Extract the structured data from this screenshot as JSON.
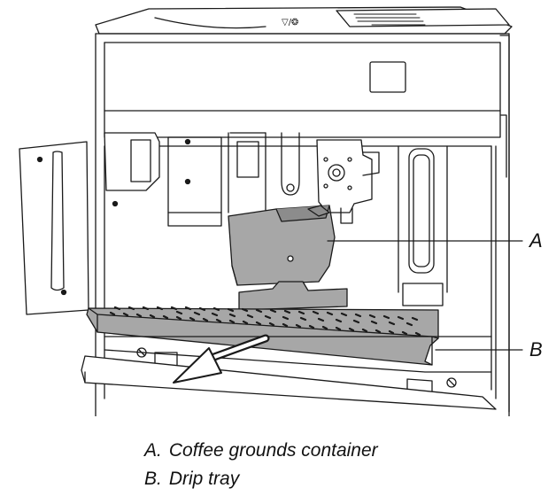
{
  "callouts": [
    {
      "letter": "A",
      "target": "coffee-grounds-container"
    },
    {
      "letter": "B",
      "target": "drip-tray"
    }
  ],
  "legend": [
    {
      "letter": "A.",
      "text": "Coffee grounds container"
    },
    {
      "letter": "B.",
      "text": "Drip tray"
    }
  ],
  "colors": {
    "line": "#1a1a1a",
    "part_fill": "#a7a7a7",
    "part_dark": "#8c8c8c",
    "background": "#ffffff"
  }
}
